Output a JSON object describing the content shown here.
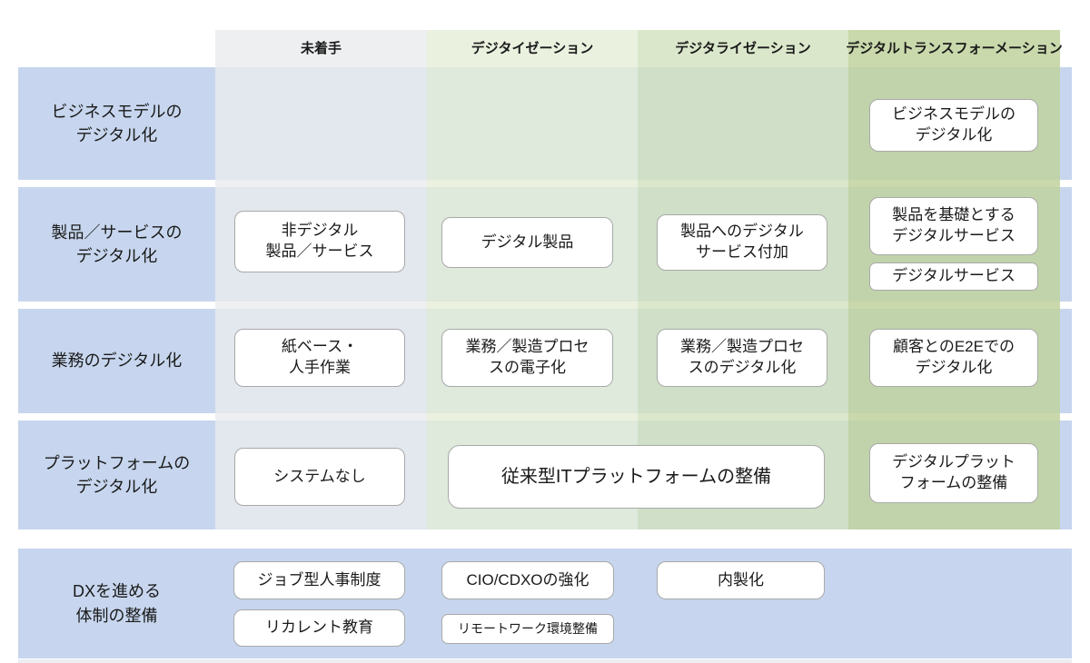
{
  "columns": {
    "headers": [
      {
        "label": "未着手"
      },
      {
        "label": "デジタイゼーション"
      },
      {
        "label": "デジタライゼーション"
      },
      {
        "label": "デジタルトランスフォーメーション"
      }
    ]
  },
  "rows": [
    {
      "header": "ビジネスモデルの\nデジタル化",
      "cells": [
        {
          "label": "ビジネスモデルの\nデジタル化"
        }
      ]
    },
    {
      "header": "製品／サービスの\nデジタル化",
      "cells": [
        {
          "label": "非デジタル\n製品／サービス"
        },
        {
          "label": "デジタル製品"
        },
        {
          "label": "製品へのデジタル\nサービス付加"
        },
        {
          "label": "製品を基礎とする\nデジタルサービス"
        },
        {
          "label": "デジタルサービス"
        }
      ]
    },
    {
      "header": "業務のデジタル化",
      "cells": [
        {
          "label": "紙ベース・\n人手作業"
        },
        {
          "label": "業務／製造プロセ\nスの電子化"
        },
        {
          "label": "業務／製造プロセ\nスのデジタル化"
        },
        {
          "label": "顧客とのE2Eでの\nデジタル化"
        }
      ]
    },
    {
      "header": "プラットフォームの\nデジタル化",
      "cells": [
        {
          "label": "システムなし"
        },
        {
          "label": "従来型ITプラットフォームの整備"
        },
        {
          "label": "デジタルプラット\nフォームの整備"
        }
      ]
    }
  ],
  "bottom": {
    "header": "DXを進める\n体制の整備",
    "cells": [
      {
        "label": "ジョブ型人事制度"
      },
      {
        "label": "リカレント教育"
      },
      {
        "label": "CIO/CDXOの強化"
      },
      {
        "label": "リモートワーク環境整備"
      },
      {
        "label": "内製化"
      }
    ]
  },
  "colors": {
    "row_band_blue": "#c7d6ee",
    "column_untouched": "#f0f0f2",
    "column_digitization": "#eaf0dd",
    "column_digitalization": "#dbe7ca",
    "column_digital_transformation": "#c8d8a9",
    "box_border": "#a9a9a9",
    "text": "#1a1a1a"
  }
}
